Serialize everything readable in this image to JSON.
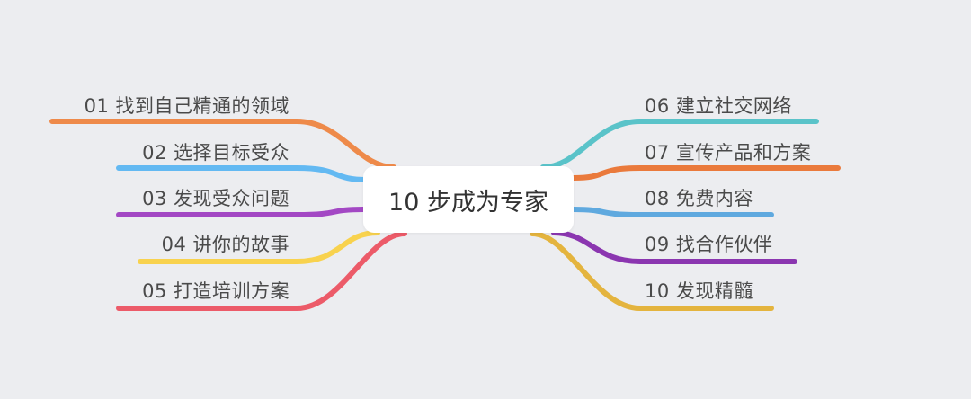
{
  "title": "10 步成为专家",
  "left_items": [
    {
      "label": "01 找到自己精通的领域",
      "color": "#ee8a4a"
    },
    {
      "label": "02 选择目标受众",
      "color": "#63b9f2"
    },
    {
      "label": "03 发现受众问题",
      "color": "#a348c4"
    },
    {
      "label": "04 讲你的故事",
      "color": "#f8d24e"
    },
    {
      "label": "05 打造培训方案",
      "color": "#ec5b69"
    }
  ],
  "right_items": [
    {
      "label": "06 建立社交网络",
      "color": "#5ac3c9"
    },
    {
      "label": "07 宣传产品和方案",
      "color": "#ea7a3c"
    },
    {
      "label": "08 免费内容",
      "color": "#5fa9df"
    },
    {
      "label": "09 找合作伙伴",
      "color": "#8b36b0"
    },
    {
      "label": "10 发现精髓",
      "color": "#e4b43e"
    }
  ]
}
